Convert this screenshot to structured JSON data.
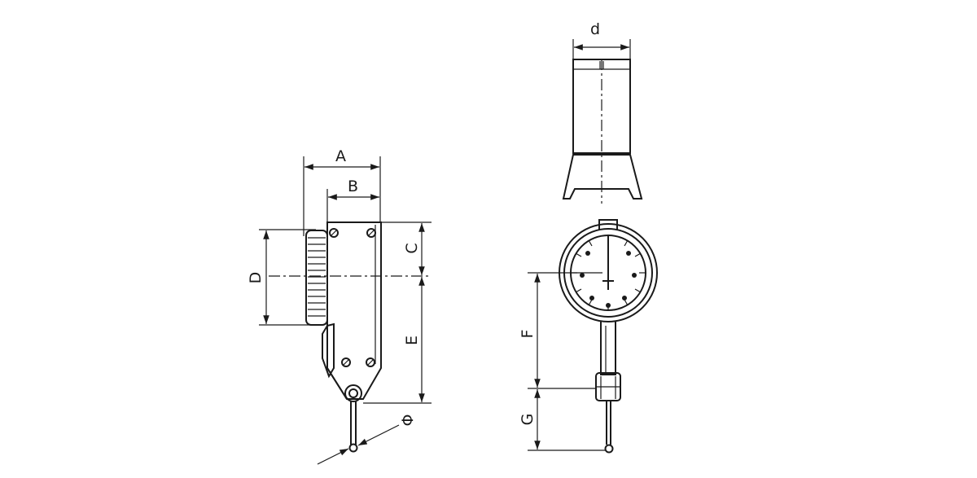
{
  "dimensions": {
    "A": "A",
    "B": "B",
    "C": "C",
    "D": "D",
    "E": "E",
    "F": "F",
    "G": "G",
    "d": "d",
    "phi": "Φ"
  },
  "colors": {
    "line": "#1a1a1a",
    "background": "#ffffff"
  }
}
